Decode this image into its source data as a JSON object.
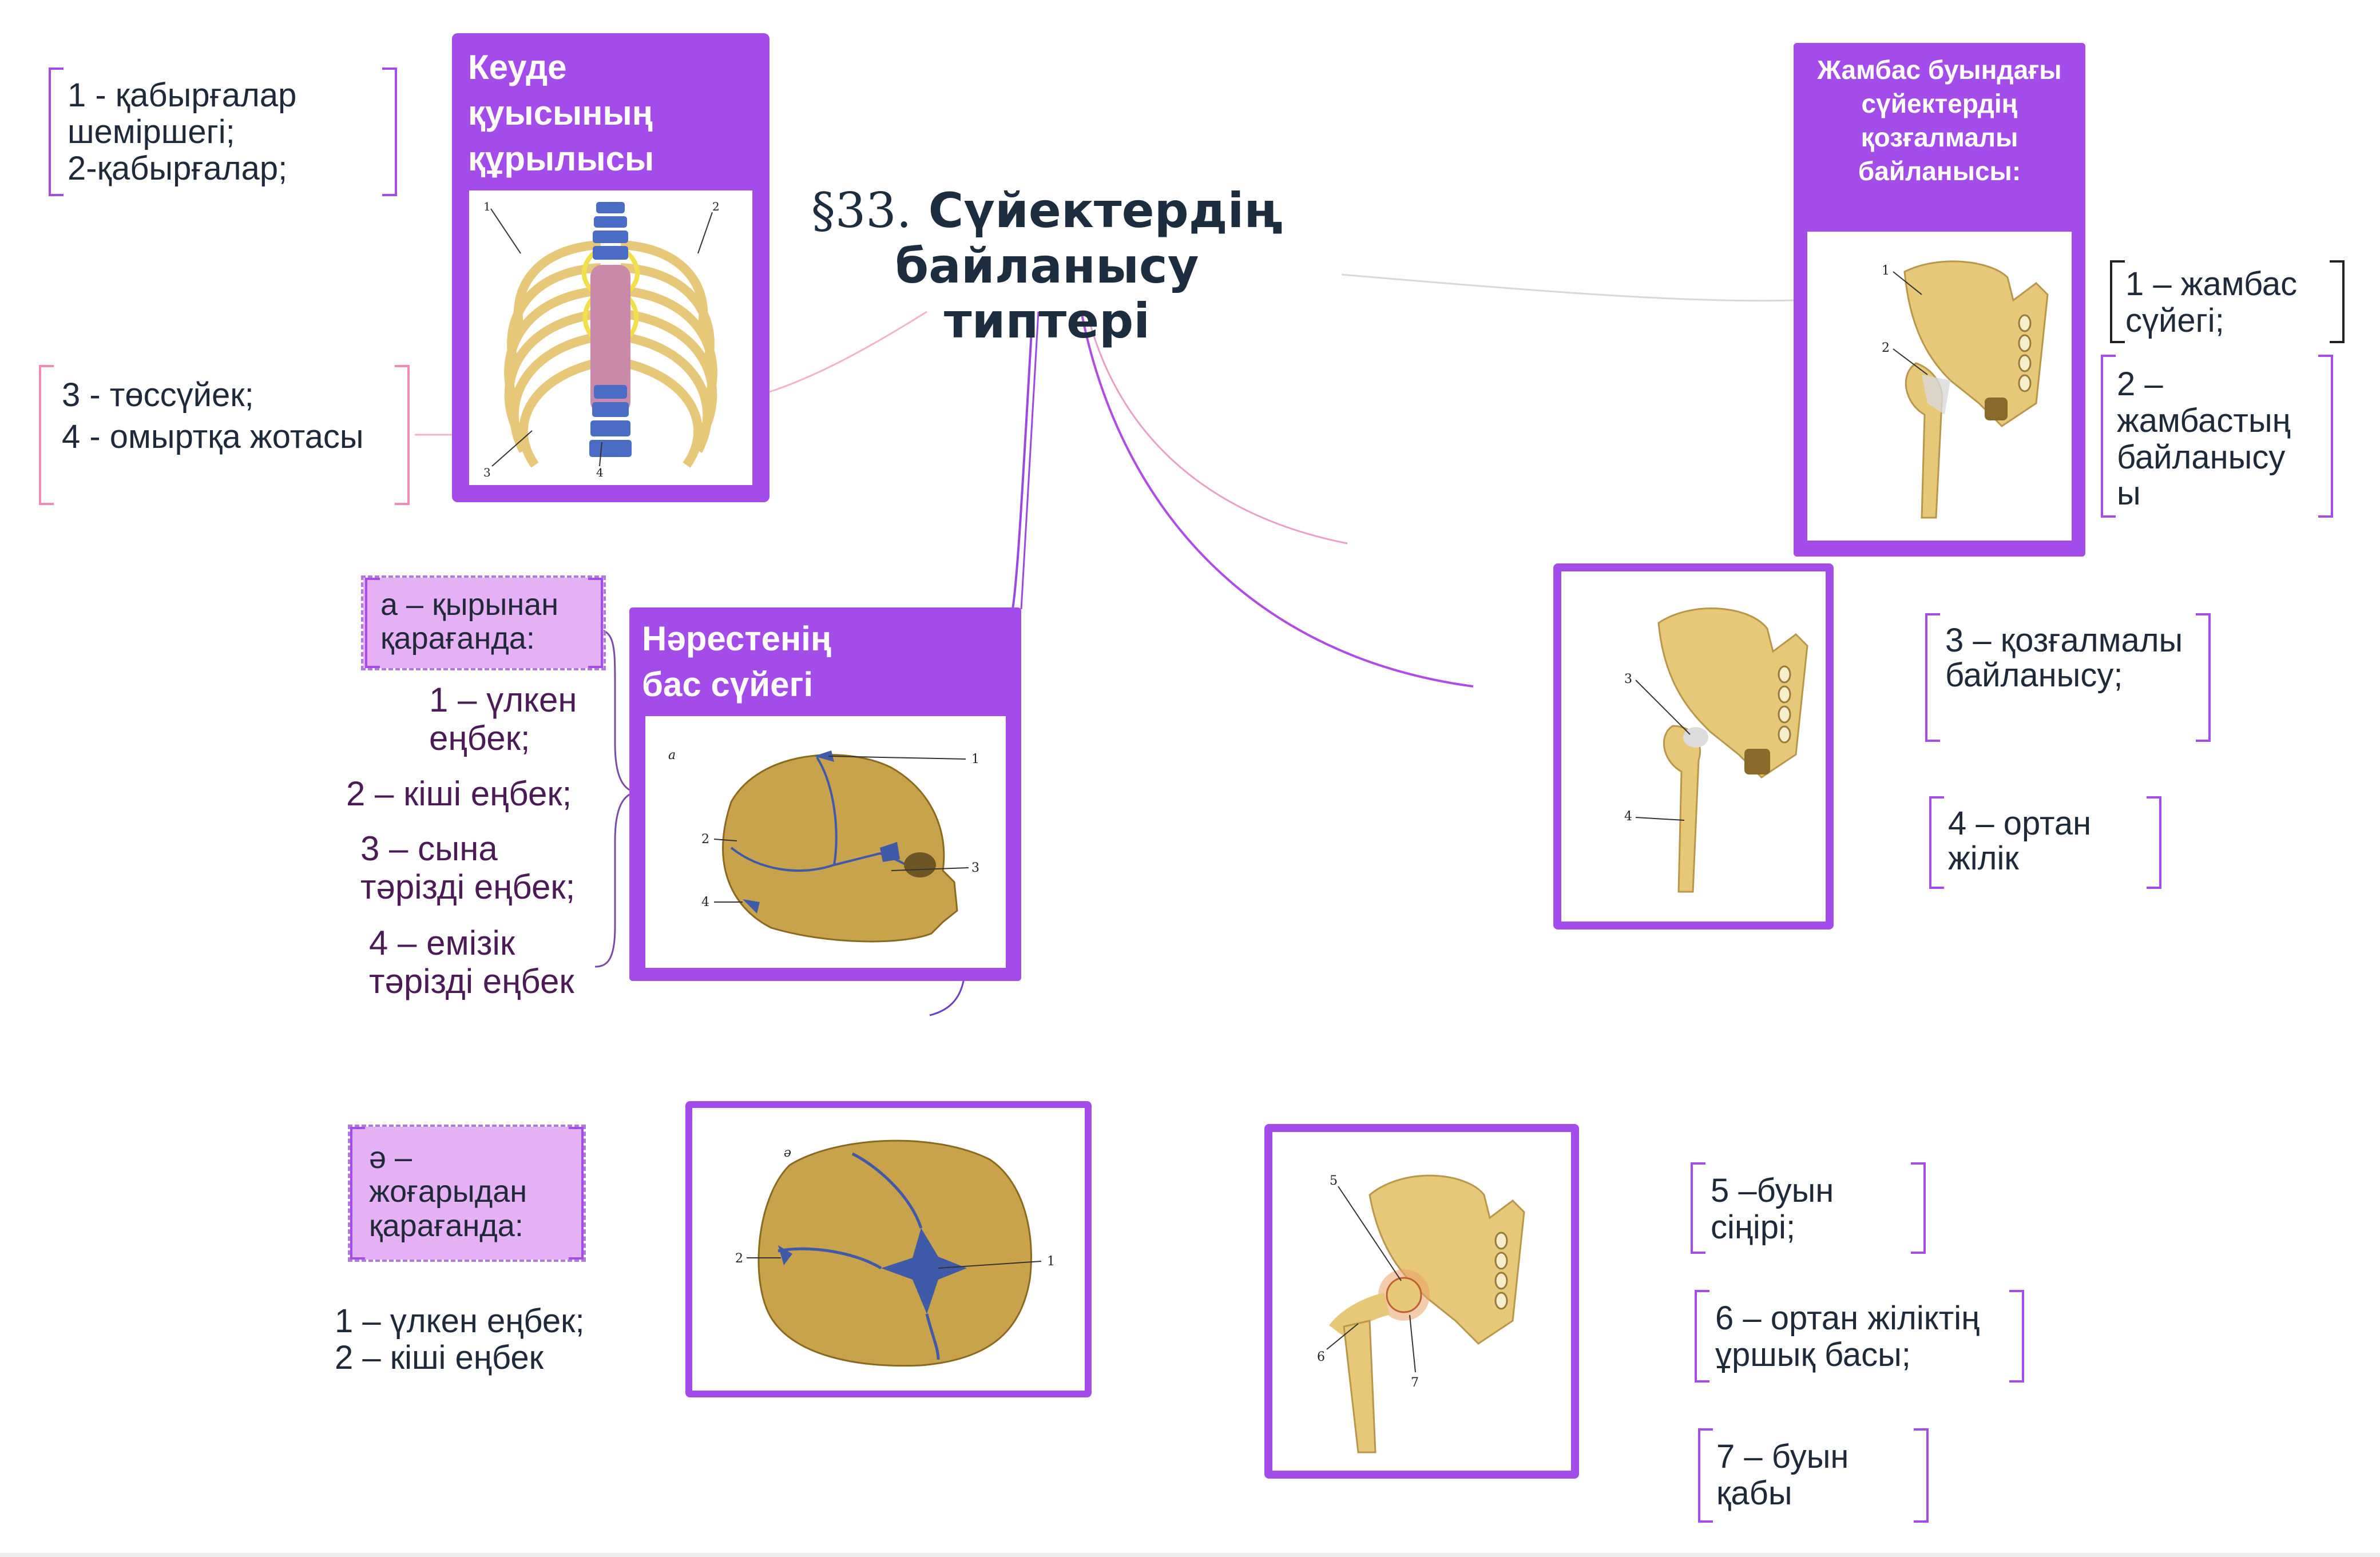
{
  "title": {
    "symbol": "§33.",
    "text": "Сүйектердің байланысу типтері"
  },
  "cards": {
    "chest": {
      "header": "Кеуде қуысының құрылысы"
    },
    "pelvis": {
      "header": "Жамбас буындағы сүйектердің қозғалмалы байланысы:"
    },
    "skull": {
      "header": "Нәрестенің бас сүйегі"
    }
  },
  "labels": {
    "chest_1_2": "1 - қабырғалар шеміршегі;\n2-қабырғалар;",
    "chest_3_4": "3 - төссүйек;\n4 - омыртқа жотасы",
    "skull_a_heading": "а – қырынан қарағанда:",
    "skull_a_1": "1 – үлкен еңбек;",
    "skull_a_2": "2 – кіші еңбек;",
    "skull_a_3": "3 – сына тәрізді еңбек;",
    "skull_a_4": "4 – емізік тәрізді еңбек",
    "skull_b_heading": "ә – жоғарыдан қарағанда:",
    "skull_b_items": "1 – үлкен еңбек;\n2 – кіші еңбек",
    "pelvis_1": "1 – жамбас сүйегі;",
    "pelvis_2": "2 – жамбастың байланысу ы",
    "hip_3": "3 – қозғалмалы байланысу;",
    "hip_4": "4 – ортан жілік",
    "joint_5": "5 –буын сіңірі;",
    "joint_6": "6 – ортан жіліктің ұршық басы;",
    "joint_7": "7 – буын қабы"
  },
  "figure_numbers": {
    "chest": [
      "1",
      "2",
      "3",
      "4"
    ],
    "skull_side_letter": "а",
    "skull_side": [
      "1",
      "2",
      "3",
      "4"
    ],
    "skull_top_letter": "ә",
    "skull_top": [
      "2",
      "1"
    ],
    "pelvis": [
      "1",
      "2"
    ],
    "hip": [
      "3",
      "4"
    ],
    "joint": [
      "5",
      "6",
      "7"
    ]
  },
  "colors": {
    "accent": "#a34cea",
    "bone": "#e7c878",
    "cartilage": "#f2e04a",
    "spine": "#4b6cc4",
    "link_pink": "#f0a0c4"
  }
}
